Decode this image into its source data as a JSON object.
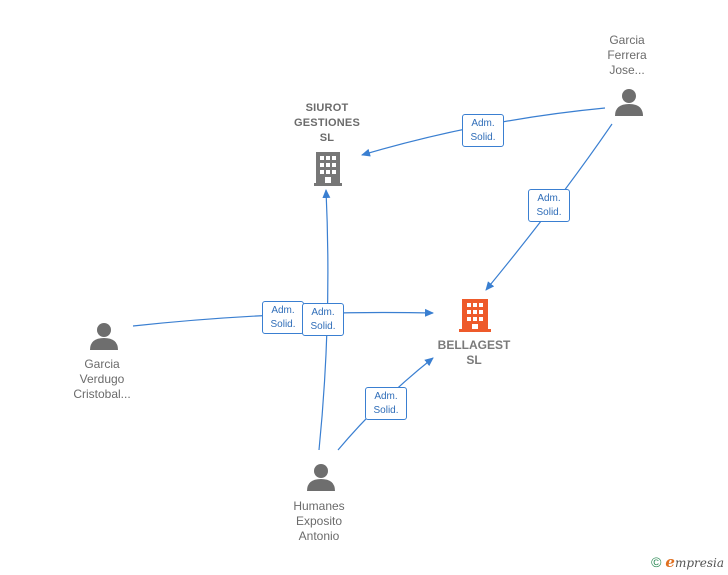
{
  "colors": {
    "edge": "#3a7fd1",
    "person": "#6e6e6e",
    "company": "#777777",
    "main_company": "#ee5a2a"
  },
  "nodes": {
    "siurot": {
      "lines": [
        "SIUROT",
        "GESTIONES",
        "SL"
      ]
    },
    "bellagest": {
      "lines": [
        "BELLAGEST",
        "SL"
      ]
    },
    "garcia_ferrera": {
      "lines": [
        "Garcia",
        "Ferrera",
        "Jose..."
      ]
    },
    "garcia_verdugo": {
      "lines": [
        "Garcia",
        "Verdugo",
        "Cristobal..."
      ]
    },
    "humanes": {
      "lines": [
        "Humanes",
        "Exposito",
        "Antonio"
      ]
    }
  },
  "edges": {
    "e1": {
      "lines": [
        "Adm.",
        "Solid."
      ]
    },
    "e2": {
      "lines": [
        "Adm.",
        "Solid."
      ]
    },
    "e3": {
      "lines": [
        "Adm.",
        "Solid."
      ]
    },
    "e4": {
      "lines": [
        "Adm.",
        "Solid."
      ]
    },
    "e5": {
      "lines": [
        "Adm.",
        "Solid."
      ]
    }
  },
  "footer": {
    "copyright": "©",
    "brand_initial": "e",
    "brand_rest": "mpresia"
  }
}
